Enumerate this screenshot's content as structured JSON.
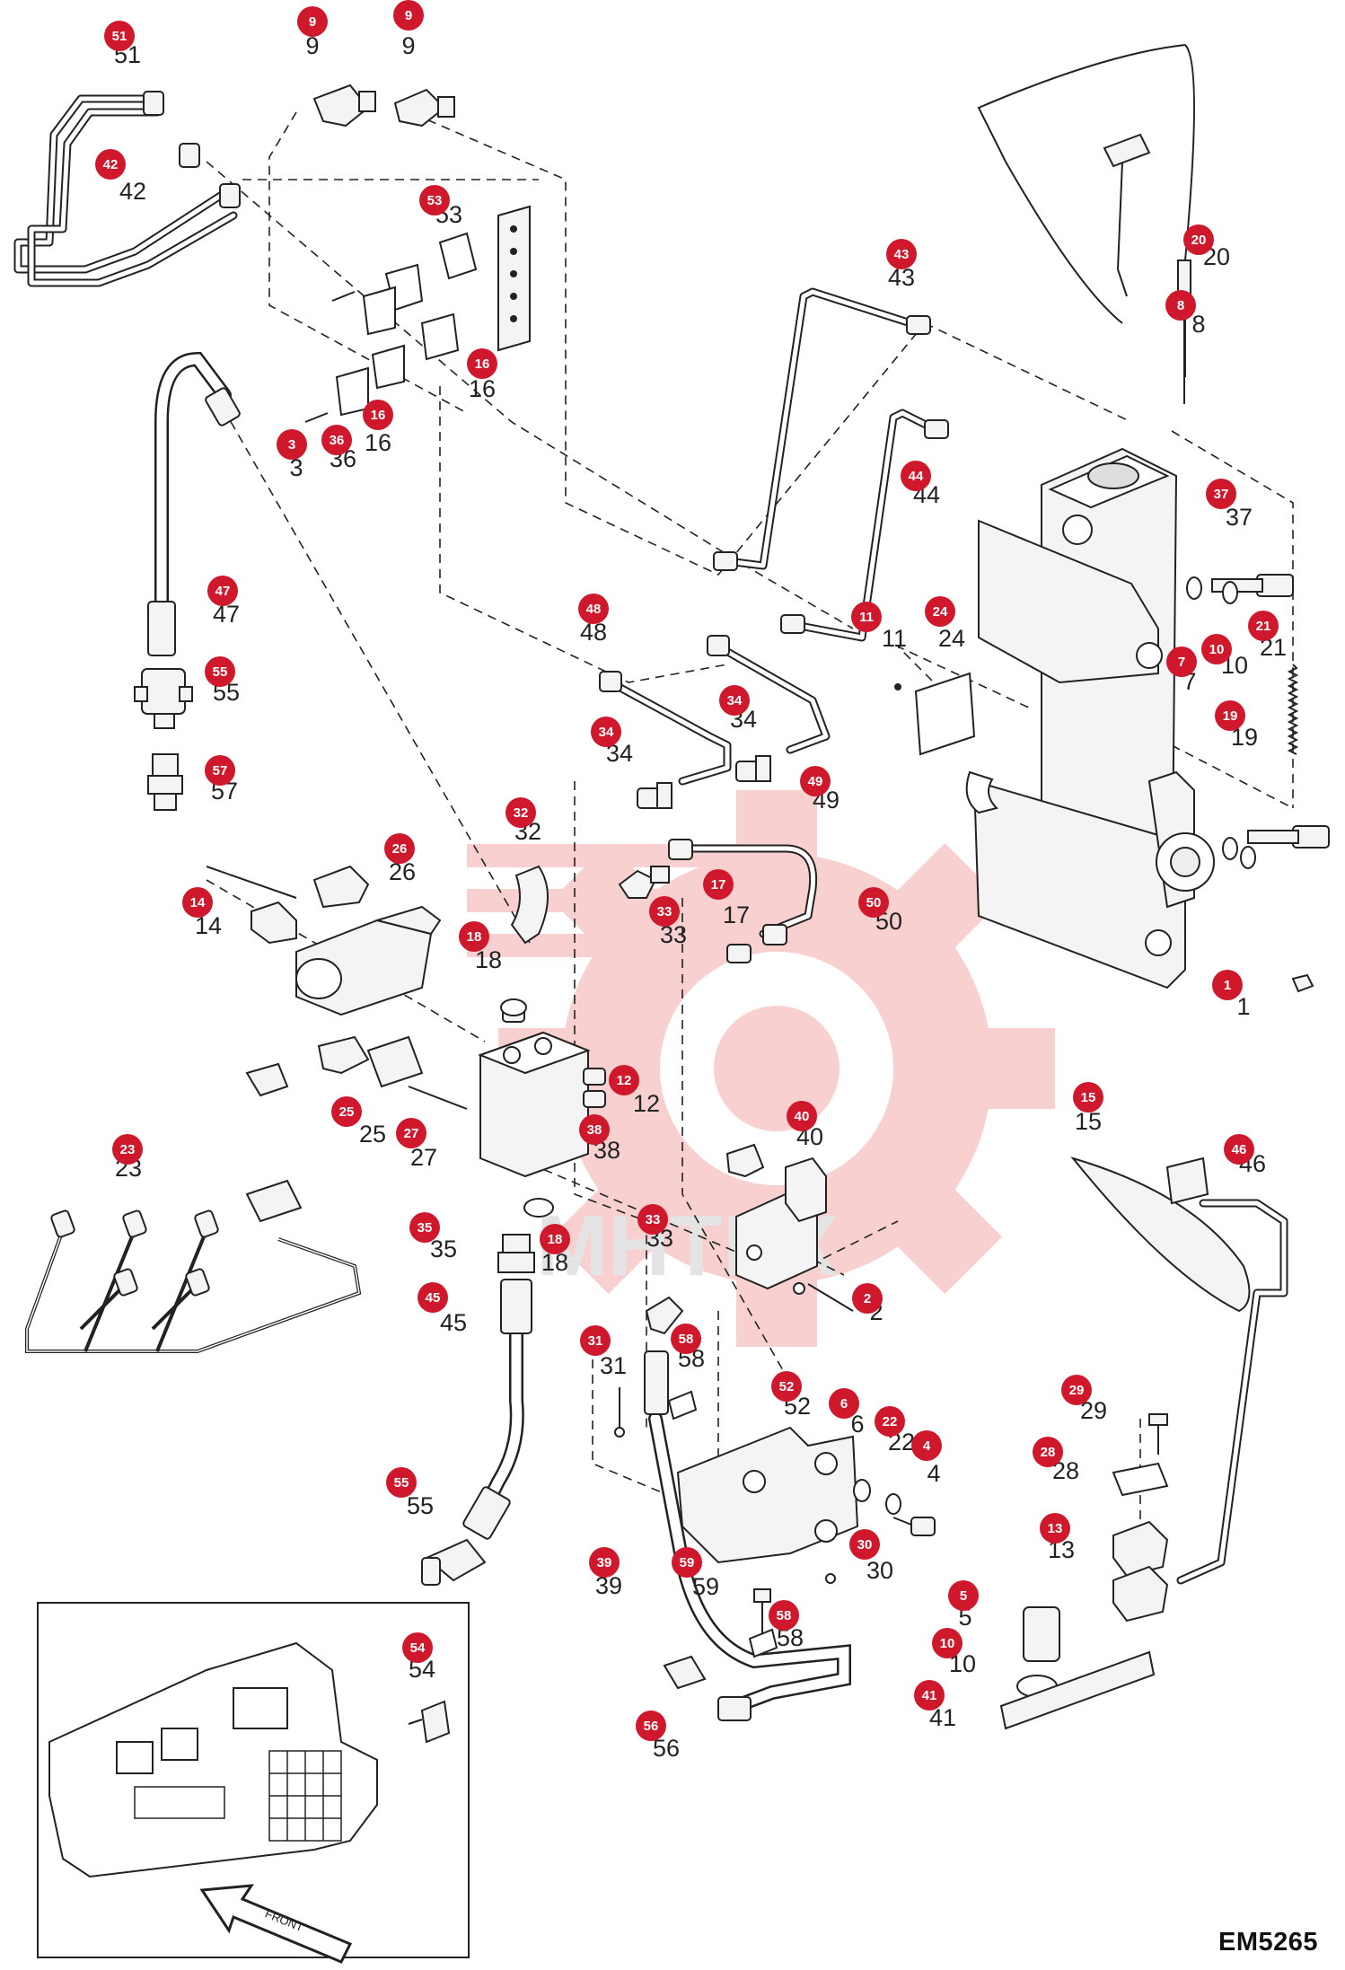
{
  "diagram_code": "EM5265",
  "watermark": "MHTEX",
  "inset": {
    "arrow_label": "FRONT"
  },
  "callouts": [
    {
      "id": "c51",
      "num": "51",
      "label": "51"
    },
    {
      "id": "c9a",
      "num": "9",
      "label": "9"
    },
    {
      "id": "c9b",
      "num": "9",
      "label": "9"
    },
    {
      "id": "c42",
      "num": "42",
      "label": "42"
    },
    {
      "id": "c53",
      "num": "53",
      "label": "53"
    },
    {
      "id": "c16a",
      "num": "16",
      "label": "16"
    },
    {
      "id": "c16b",
      "num": "16",
      "label": "16"
    },
    {
      "id": "c3",
      "num": "3",
      "label": "3"
    },
    {
      "id": "c36",
      "num": "36",
      "label": "36"
    },
    {
      "id": "c43",
      "num": "43",
      "label": "43"
    },
    {
      "id": "c20",
      "num": "20",
      "label": "20"
    },
    {
      "id": "c8",
      "num": "8",
      "label": "8"
    },
    {
      "id": "c44",
      "num": "44",
      "label": "44"
    },
    {
      "id": "c37",
      "num": "37",
      "label": "37"
    },
    {
      "id": "c47",
      "num": "47",
      "label": "47"
    },
    {
      "id": "c48",
      "num": "48",
      "label": "48"
    },
    {
      "id": "c11",
      "num": "11",
      "label": "11"
    },
    {
      "id": "c24",
      "num": "24",
      "label": "24"
    },
    {
      "id": "c21",
      "num": "21",
      "label": "21"
    },
    {
      "id": "c7",
      "num": "7",
      "label": "7"
    },
    {
      "id": "c10a",
      "num": "10",
      "label": "10"
    },
    {
      "id": "c55a",
      "num": "55",
      "label": "55"
    },
    {
      "id": "c34a",
      "num": "34",
      "label": "34"
    },
    {
      "id": "c34b",
      "num": "34",
      "label": "34"
    },
    {
      "id": "c19",
      "num": "19",
      "label": "19"
    },
    {
      "id": "c57",
      "num": "57",
      "label": "57"
    },
    {
      "id": "c49",
      "num": "49",
      "label": "49"
    },
    {
      "id": "c32",
      "num": "32",
      "label": "32"
    },
    {
      "id": "c26",
      "num": "26",
      "label": "26"
    },
    {
      "id": "c17",
      "num": "17",
      "label": "17"
    },
    {
      "id": "c50",
      "num": "50",
      "label": "50"
    },
    {
      "id": "c14",
      "num": "14",
      "label": "14"
    },
    {
      "id": "c33a",
      "num": "33",
      "label": "33"
    },
    {
      "id": "c18a",
      "num": "18",
      "label": "18"
    },
    {
      "id": "c1",
      "num": "1",
      "label": "1"
    },
    {
      "id": "c12",
      "num": "12",
      "label": "12"
    },
    {
      "id": "c25",
      "num": "25",
      "label": "25"
    },
    {
      "id": "c27",
      "num": "27",
      "label": "27"
    },
    {
      "id": "c38",
      "num": "38",
      "label": "38"
    },
    {
      "id": "c40",
      "num": "40",
      "label": "40"
    },
    {
      "id": "c15",
      "num": "15",
      "label": "15"
    },
    {
      "id": "c46",
      "num": "46",
      "label": "46"
    },
    {
      "id": "c23",
      "num": "23",
      "label": "23"
    },
    {
      "id": "c35",
      "num": "35",
      "label": "35"
    },
    {
      "id": "c18b",
      "num": "18",
      "label": "18"
    },
    {
      "id": "c33b",
      "num": "33",
      "label": "33"
    },
    {
      "id": "c2",
      "num": "2",
      "label": "2"
    },
    {
      "id": "c45",
      "num": "45",
      "label": "45"
    },
    {
      "id": "c31",
      "num": "31",
      "label": "31"
    },
    {
      "id": "c58a",
      "num": "58",
      "label": "58"
    },
    {
      "id": "c52",
      "num": "52",
      "label": "52"
    },
    {
      "id": "c6",
      "num": "6",
      "label": "6"
    },
    {
      "id": "c22",
      "num": "22",
      "label": "22"
    },
    {
      "id": "c4",
      "num": "4",
      "label": "4"
    },
    {
      "id": "c29",
      "num": "29",
      "label": "29"
    },
    {
      "id": "c28",
      "num": "28",
      "label": "28"
    },
    {
      "id": "c55b",
      "num": "55",
      "label": "55"
    },
    {
      "id": "c13",
      "num": "13",
      "label": "13"
    },
    {
      "id": "c30",
      "num": "30",
      "label": "30"
    },
    {
      "id": "c39",
      "num": "39",
      "label": "39"
    },
    {
      "id": "c59",
      "num": "59",
      "label": "59"
    },
    {
      "id": "c5",
      "num": "5",
      "label": "5"
    },
    {
      "id": "c58b",
      "num": "58",
      "label": "58"
    },
    {
      "id": "c10b",
      "num": "10",
      "label": "10"
    },
    {
      "id": "c41",
      "num": "41",
      "label": "41"
    },
    {
      "id": "c54",
      "num": "54",
      "label": "54"
    },
    {
      "id": "c56",
      "num": "56",
      "label": "56"
    }
  ]
}
